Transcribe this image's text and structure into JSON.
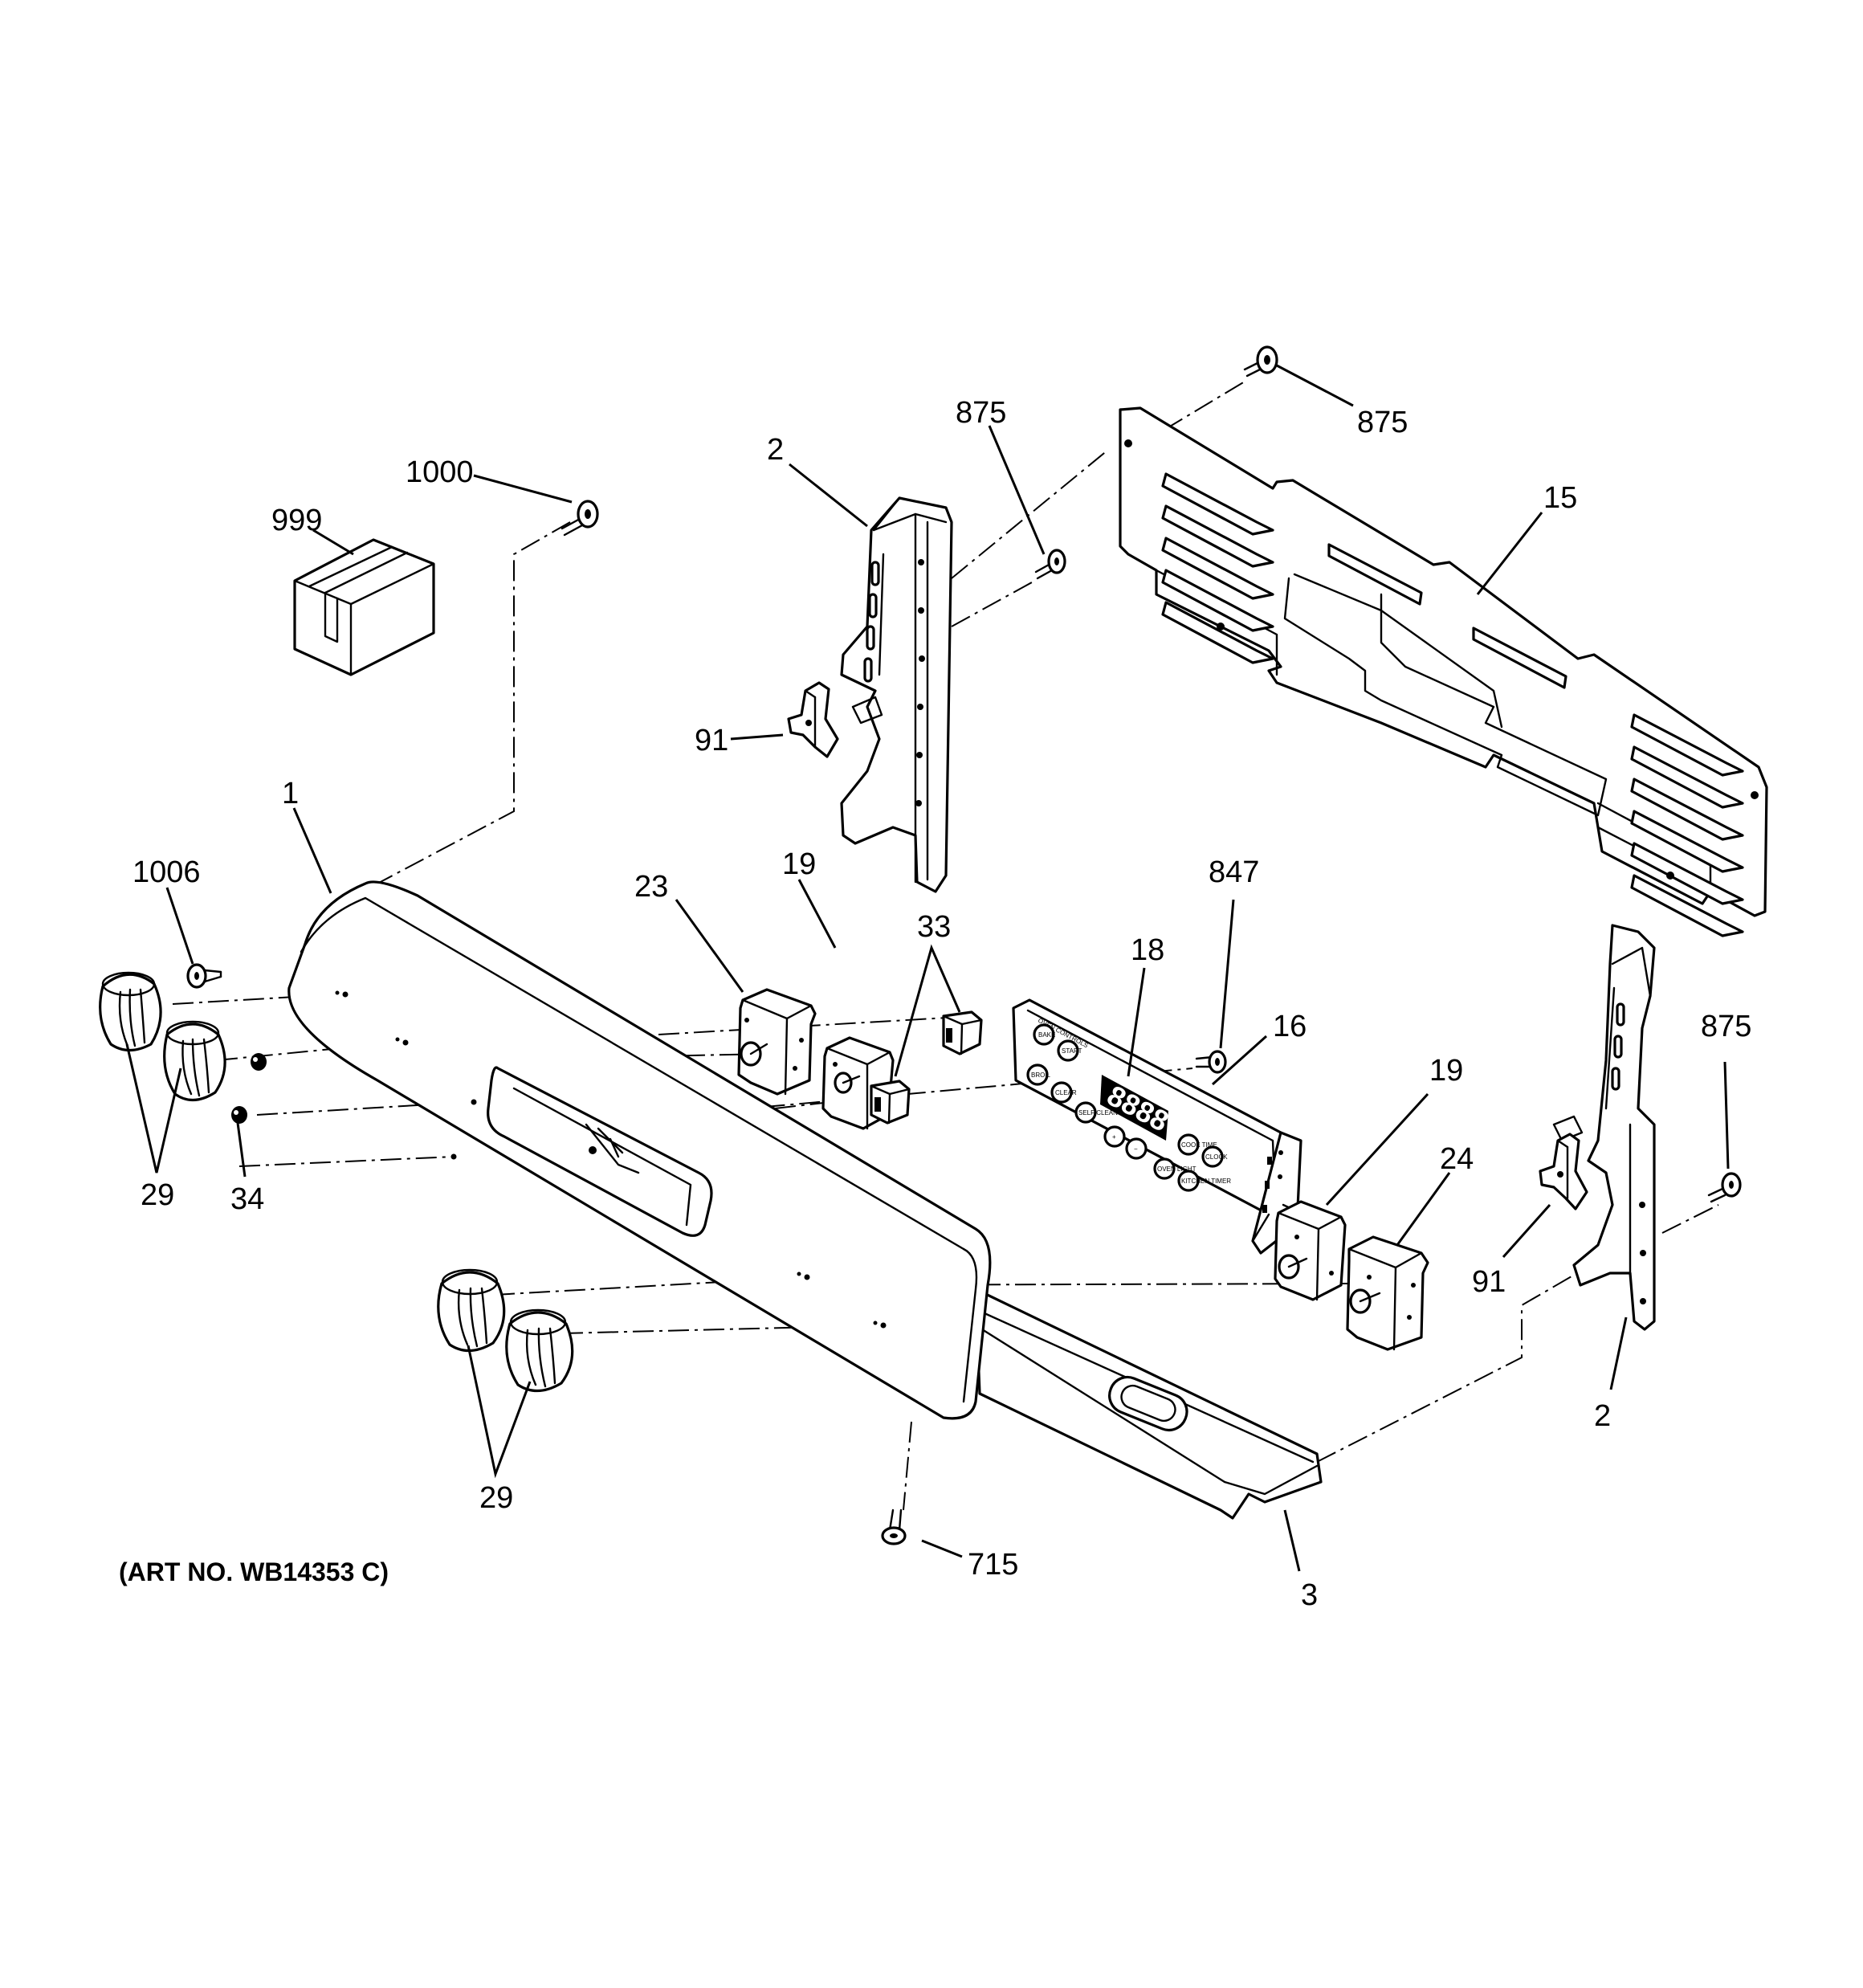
{
  "labels": {
    "l1000": "1000",
    "l999": "999",
    "l2_top": "2",
    "l875_top": "875",
    "l875_right_top": "875",
    "l15": "15",
    "l91_left": "91",
    "l1": "1",
    "l1006": "1006",
    "l23": "23",
    "l19_left": "19",
    "l33": "33",
    "l847": "847",
    "l18": "18",
    "l16": "16",
    "l875_right": "875",
    "l19_right": "19",
    "l24": "24",
    "l91_right": "91",
    "l2_bottom": "2",
    "l29_left": "29",
    "l34": "34",
    "l29_bottom": "29",
    "l715": "715",
    "l3": "3"
  },
  "art_number": "(ART NO. WB14353 C)",
  "display": {
    "digits": "8888",
    "header": "OVEN CONTROLS",
    "buttons": {
      "bake": "BAKE",
      "start": "START",
      "broil": "BROIL",
      "clear": "CLEAR",
      "self_clean": "SELF CLEAN",
      "cook_time": "COOK TIME",
      "clock": "CLOCK",
      "oven_light": "OVEN LIGHT",
      "kitchen_timer": "KITCHEN TIMER",
      "plus": "+",
      "minus": "−"
    }
  }
}
